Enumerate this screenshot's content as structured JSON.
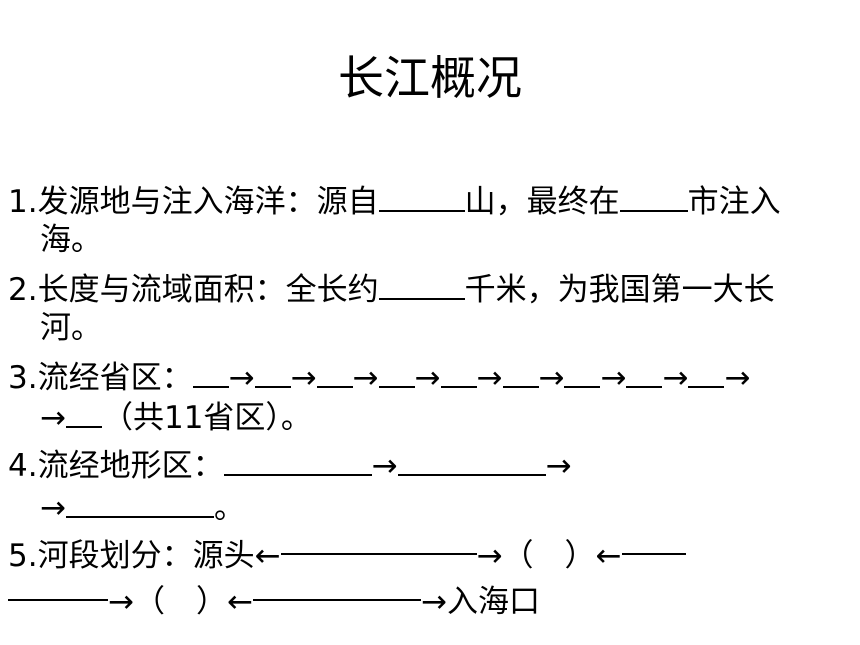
{
  "title": "长江概况",
  "items": {
    "q1": {
      "num": "1.",
      "p1": "发源地与注入海洋：源自",
      "p2": "山，最终在",
      "p3": "市注入",
      "p4": "海。"
    },
    "q2": {
      "num": "2.",
      "p1": "长度与流域面积：全长约",
      "p2": "千米，为我国第一大长",
      "p3": "河。"
    },
    "q3": {
      "num": "3.",
      "p1": "流经省区：",
      "arrow": "→",
      "p2": "（共11省区）。"
    },
    "q4": {
      "num": "4.",
      "p1": "流经地形区：",
      "arrow": "→",
      "end": "。"
    },
    "q5": {
      "num": "5.",
      "p1": "河段划分：源头←",
      "arrow_r": "→",
      "paren": "（　）",
      "arrow_l": "←",
      "end": "入海口"
    }
  }
}
